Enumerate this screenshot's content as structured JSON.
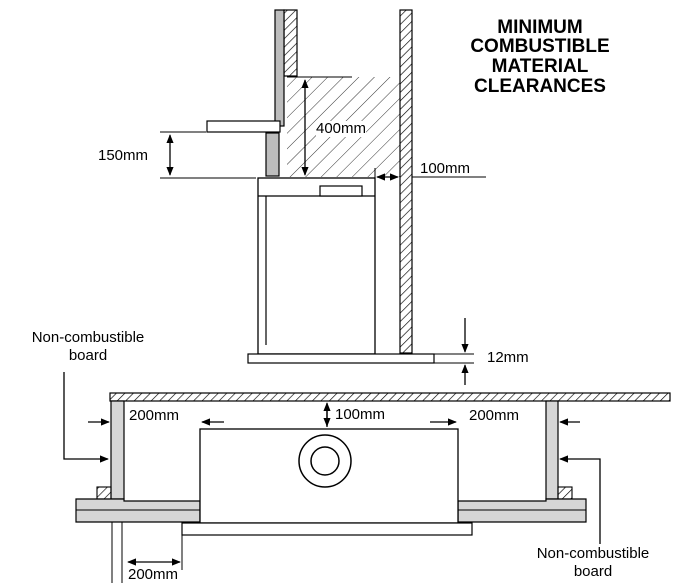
{
  "title_lines": [
    "MINIMUM",
    "COMBUSTIBLE",
    "MATERIAL",
    "CLEARANCES"
  ],
  "dimensions": {
    "upper_vertical": "400mm",
    "shelf_vertical": "150mm",
    "side_wall": "100mm",
    "base_gap": "12mm",
    "ceiling_gap": "100mm",
    "left_side": "200mm",
    "right_side": "200mm",
    "bottom_left": "200mm"
  },
  "labels": {
    "board_left_1": "Non-combustible",
    "board_left_2": "board",
    "board_right_1": "Non-combustible",
    "board_right_2": "board"
  },
  "colors": {
    "line": "#000000",
    "fill": "#bdbdbd",
    "board": "#d6d6d6"
  }
}
